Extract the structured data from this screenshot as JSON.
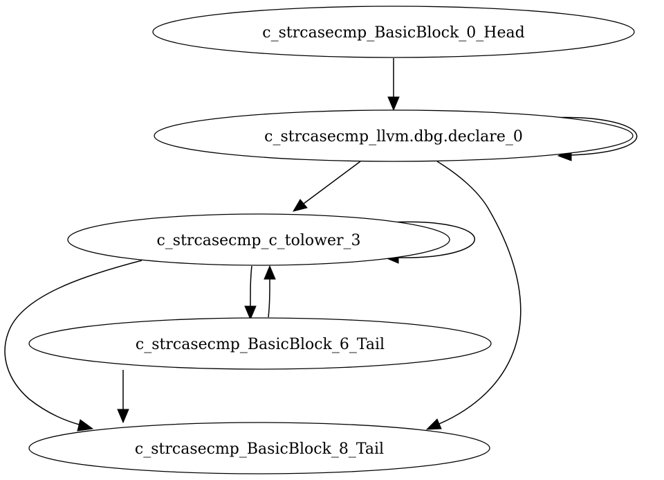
{
  "graph": {
    "nodes": [
      {
        "id": "n0",
        "label": "c_strcasecmp_BasicBlock_0_Head"
      },
      {
        "id": "n1",
        "label": "c_strcasecmp_llvm.dbg.declare_0"
      },
      {
        "id": "n2",
        "label": "c_strcasecmp_c_tolower_3"
      },
      {
        "id": "n3",
        "label": "c_strcasecmp_BasicBlock_6_Tail"
      },
      {
        "id": "n4",
        "label": "c_strcasecmp_BasicBlock_8_Tail"
      }
    ],
    "edges": [
      {
        "from": "n0",
        "to": "n1"
      },
      {
        "from": "n1",
        "to": "n1"
      },
      {
        "from": "n1",
        "to": "n2"
      },
      {
        "from": "n1",
        "to": "n4"
      },
      {
        "from": "n2",
        "to": "n2"
      },
      {
        "from": "n2",
        "to": "n3"
      },
      {
        "from": "n3",
        "to": "n2"
      },
      {
        "from": "n2",
        "to": "n4"
      },
      {
        "from": "n3",
        "to": "n4"
      }
    ]
  }
}
